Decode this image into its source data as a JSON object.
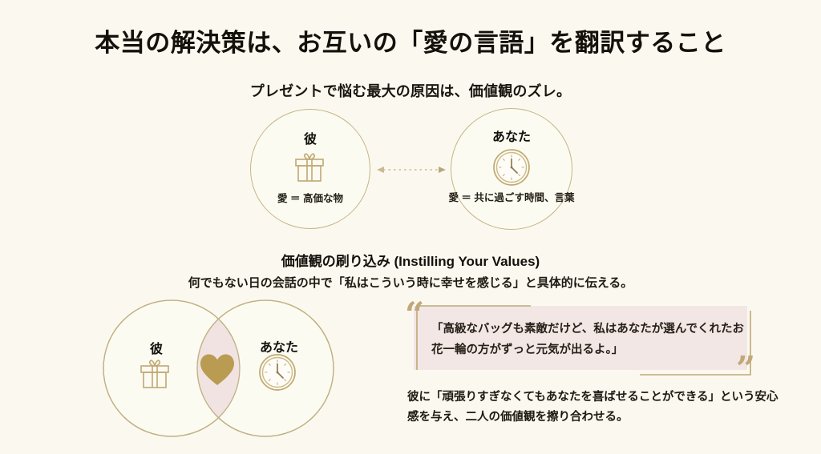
{
  "slide": {
    "title": "本当の解決策は、お互いの「愛の言語」を翻訳すること",
    "subtitle": "プレゼントで悩む最大の原因は、価値観のズレ。",
    "background_color": "#fbf9ef",
    "accent_gold": "#c0a878",
    "accent_pink": "#f2e7e4"
  },
  "comparison": {
    "him": {
      "label": "彼",
      "caption": "愛 ＝ 高価な物",
      "icon": "gift-icon"
    },
    "you": {
      "label": "あなた",
      "caption": "愛 ＝ 共に過ごす時間、言葉",
      "icon": "clock-icon"
    },
    "connector_icon": "double-arrow-dotted-icon"
  },
  "values_section": {
    "title": "価値観の刷り込み (Instilling Your Values)",
    "description": "何でもない日の会話の中で「私はこういう時に幸せを感じる」と具体的に伝える。"
  },
  "venn": {
    "left_label": "彼",
    "left_icon": "gift-icon",
    "right_label": "あなた",
    "right_icon": "clock-icon",
    "overlap_icon": "heart-icon"
  },
  "quote": {
    "text": "「高級なバッグも素敵だけど、私はあなたが選んでくれたお花一輪の方がずっと元気が出るよ。」",
    "open_mark": "“",
    "close_mark": "”"
  },
  "closing": {
    "text": "彼に「頑張りすぎなくてもあなたを喜ばせることができる」という安心感を与え、二人の価値観を擦り合わせる。"
  }
}
